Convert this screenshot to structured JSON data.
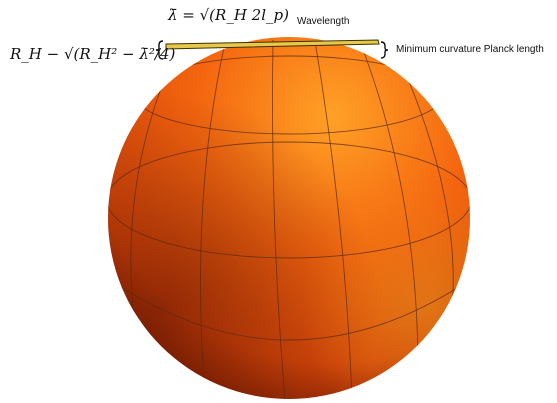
{
  "labels": {
    "lambda_formula": "λ̄ = √(R_H 2l_p)",
    "wavelength": "Wavelength",
    "sagitta_formula": "R_H − √(R_H² − λ̄²/4)",
    "min_curvature": "Minimum curvature Planck length"
  },
  "colors": {
    "sphere_light": "#ff9a1e",
    "sphere_mid": "#f4620e",
    "sphere_dark": "#7a1e03",
    "grid_line": "#5a2a10",
    "chord_fill": "#e8c84a",
    "chord_stroke": "#3a3000"
  },
  "icons": {
    "left_bracket": "left-curly-brace-icon",
    "right_bracket": "right-curly-brace-icon"
  }
}
